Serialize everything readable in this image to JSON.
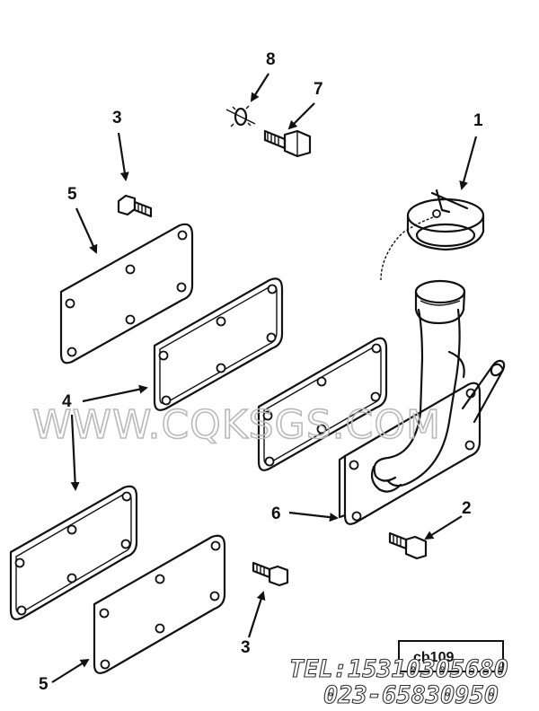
{
  "callouts": [
    {
      "id": "c8",
      "label": "8"
    },
    {
      "id": "c7",
      "label": "7"
    },
    {
      "id": "c3a",
      "label": "3"
    },
    {
      "id": "c1",
      "label": "1"
    },
    {
      "id": "c5a",
      "label": "5"
    },
    {
      "id": "c4",
      "label": "4"
    },
    {
      "id": "c6",
      "label": "6"
    },
    {
      "id": "c2",
      "label": "2"
    },
    {
      "id": "c3b",
      "label": "3"
    },
    {
      "id": "c5b",
      "label": "5"
    }
  ],
  "watermark": {
    "site": "WWW.CQKSGS.COM",
    "tel": "TEL:15310305680",
    "phone": "023-65830950"
  },
  "reference_box": {
    "text": "cb109"
  }
}
